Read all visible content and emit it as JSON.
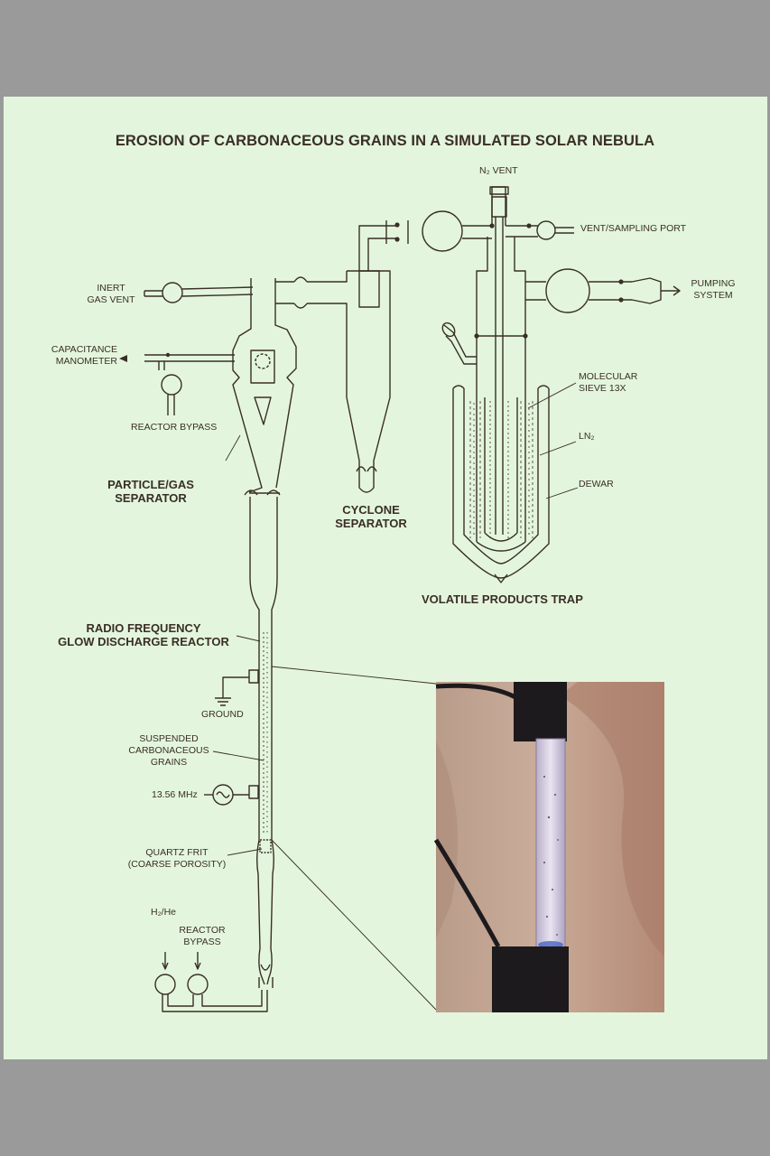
{
  "title": "EROSION OF CARBONACEOUS GRAINS IN A SIMULATED SOLAR NEBULA",
  "labels": {
    "n2_vent": "N₂ VENT",
    "vent_sampling_port": "VENT/SAMPLING PORT",
    "inert_gas_vent": [
      "INERT",
      "GAS VENT"
    ],
    "pumping_system": [
      "PUMPING",
      "SYSTEM"
    ],
    "capacitance_manometer": [
      "CAPACITANCE",
      "MANOMETER"
    ],
    "molecular_sieve": [
      "MOLECULAR",
      "SIEVE 13X"
    ],
    "reactor_bypass_top": "REACTOR BYPASS",
    "ln2": "LN₂",
    "dewar": "DEWAR",
    "particle_gas_separator": [
      "PARTICLE/GAS",
      "SEPARATOR"
    ],
    "cyclone_separator": [
      "CYCLONE",
      "SEPARATOR"
    ],
    "volatile_products_trap": "VOLATILE PRODUCTS TRAP",
    "rf_reactor": [
      "RADIO FREQUENCY",
      "GLOW DISCHARGE REACTOR"
    ],
    "ground": "GROUND",
    "suspended_grains": [
      "SUSPENDED",
      "CARBONACEOUS",
      "GRAINS"
    ],
    "frequency": "13.56 MHz",
    "quartz_frit": [
      "QUARTZ FRIT",
      "(COARSE POROSITY)"
    ],
    "h2_he": "H₂/He",
    "reactor_bypass_bottom": [
      "REACTOR",
      "BYPASS"
    ]
  },
  "colors": {
    "background": "#e3f6dd",
    "ink": "#3a2e26",
    "border": "#9a9a9a"
  }
}
